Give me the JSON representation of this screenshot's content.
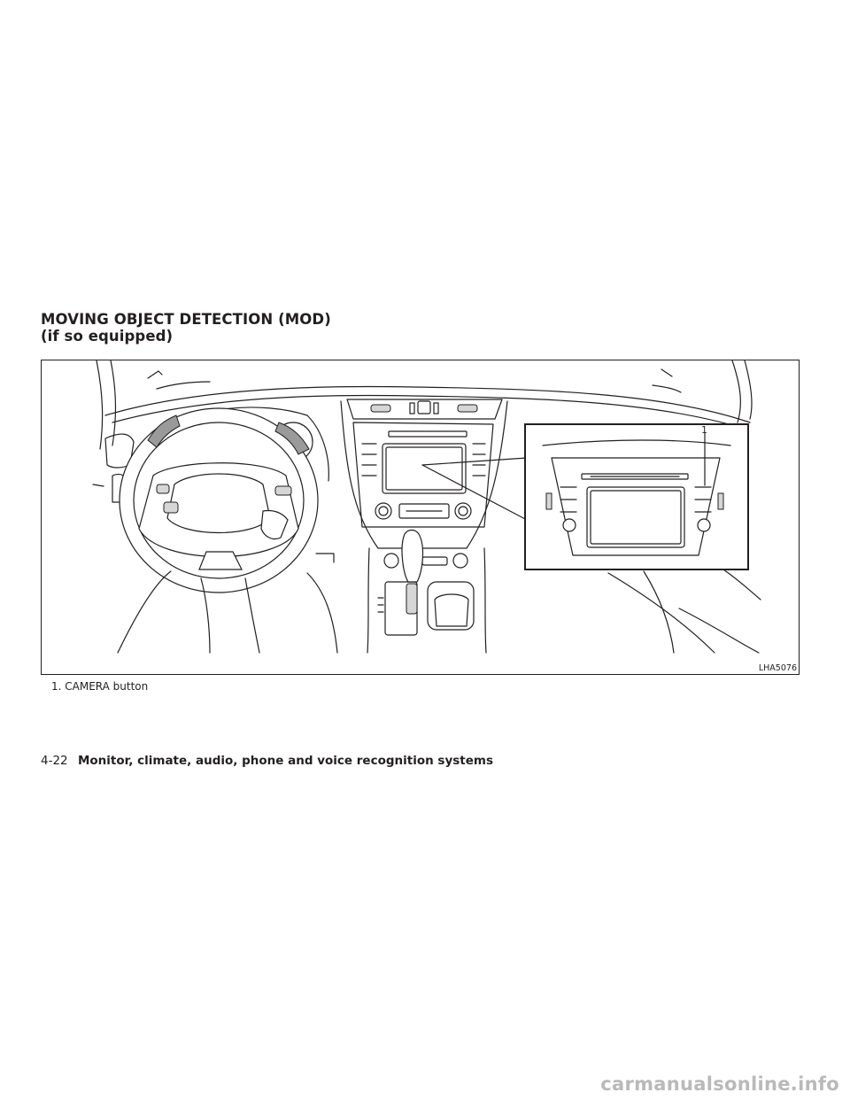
{
  "section": {
    "heading_line1": "MOVING OBJECT DETECTION (MOD)",
    "heading_line2": "(if so equipped)"
  },
  "figure": {
    "code": "LHA5076",
    "callout_number": "1",
    "caption": "1.  CAMERA button"
  },
  "footer": {
    "page_number": "4-22",
    "section_title": "Monitor, climate, audio, phone and voice recognition systems"
  },
  "watermark": "carmanualsonline.info"
}
